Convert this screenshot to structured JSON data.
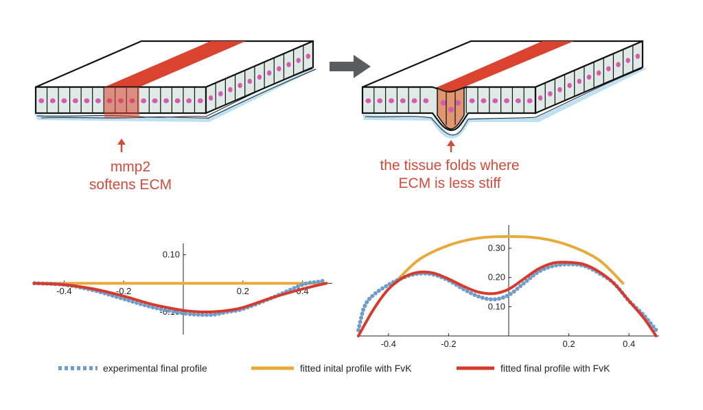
{
  "captions": {
    "left_line1": "mmp2",
    "left_line2": "softens ECM",
    "right_line1": "the tissue folds where",
    "right_line2": "ECM is less stiff"
  },
  "colors": {
    "experimental": "#6f9cc9",
    "initial": "#e8a93b",
    "final": "#d73a2c",
    "caption": "#d24a3a",
    "band": "#d9432f",
    "cell": "#dfe9e6",
    "nucleus": "#d55ab0",
    "ecm": "#bfe0f2",
    "arrow": "#5a5d5f"
  },
  "legend": {
    "experimental": "experimental final profile",
    "initial": "fitted inital profile with FvK",
    "final": "fitted final profile with FvK"
  },
  "chart_data": [
    {
      "type": "line",
      "xlim": [
        -0.5,
        0.5
      ],
      "ylim": [
        -0.18,
        0.14
      ],
      "x_ticks": [
        -0.4,
        -0.2,
        0.2,
        0.4
      ],
      "y_ticks": [
        0.1,
        -0.1
      ],
      "x_tick_labels": [
        "-0.4",
        "-0.2",
        "0.2",
        "0.4"
      ],
      "y_tick_labels": [
        "0.10",
        "-0.10"
      ],
      "series": [
        {
          "name": "fitted inital profile with FvK",
          "style": "solid",
          "x": [
            -0.5,
            0.48
          ],
          "y": [
            0.0,
            0.0
          ]
        },
        {
          "name": "fitted final profile with FvK",
          "style": "solid",
          "x": [
            -0.5,
            -0.4,
            -0.3,
            -0.2,
            -0.1,
            0.0,
            0.05,
            0.1,
            0.15,
            0.2,
            0.3,
            0.4,
            0.48
          ],
          "y": [
            0.0,
            -0.005,
            -0.02,
            -0.045,
            -0.075,
            -0.095,
            -0.1,
            -0.1,
            -0.095,
            -0.085,
            -0.05,
            -0.02,
            0.0
          ]
        },
        {
          "name": "experimental final profile",
          "style": "dotted",
          "x": [
            -0.5,
            -0.4,
            -0.3,
            -0.2,
            -0.1,
            0.0,
            0.05,
            0.1,
            0.15,
            0.2,
            0.3,
            0.4,
            0.45,
            0.48
          ],
          "y": [
            0.0,
            -0.005,
            -0.025,
            -0.055,
            -0.085,
            -0.105,
            -0.11,
            -0.11,
            -0.1,
            -0.09,
            -0.05,
            -0.005,
            0.005,
            0.01
          ]
        }
      ]
    },
    {
      "type": "line",
      "xlim": [
        -0.5,
        0.5
      ],
      "ylim": [
        0.0,
        0.38
      ],
      "x_ticks": [
        -0.4,
        -0.2,
        0.2,
        0.4
      ],
      "y_ticks": [
        0.1,
        0.2,
        0.3
      ],
      "x_tick_labels": [
        "-0.4",
        "-0.2",
        "0.2",
        "0.4"
      ],
      "y_tick_labels": [
        "0.10",
        "0.20",
        "0.30"
      ],
      "series": [
        {
          "name": "fitted inital profile with FvK",
          "style": "solid",
          "x": [
            -0.38,
            -0.3,
            -0.2,
            -0.1,
            0.0,
            0.1,
            0.2,
            0.3,
            0.38
          ],
          "y": [
            0.18,
            0.26,
            0.31,
            0.335,
            0.34,
            0.335,
            0.31,
            0.26,
            0.18
          ]
        },
        {
          "name": "fitted final profile with FvK",
          "style": "solid",
          "x": [
            -0.5,
            -0.45,
            -0.4,
            -0.35,
            -0.3,
            -0.25,
            -0.2,
            -0.15,
            -0.1,
            -0.05,
            0.0,
            0.05,
            0.1,
            0.15,
            0.2,
            0.25,
            0.3,
            0.35,
            0.4,
            0.45,
            0.49
          ],
          "y": [
            0.0,
            0.09,
            0.16,
            0.2,
            0.218,
            0.215,
            0.195,
            0.17,
            0.15,
            0.145,
            0.16,
            0.195,
            0.23,
            0.25,
            0.252,
            0.245,
            0.22,
            0.18,
            0.12,
            0.06,
            0.0
          ]
        },
        {
          "name": "experimental final profile",
          "style": "dotted",
          "x": [
            -0.5,
            -0.48,
            -0.45,
            -0.4,
            -0.35,
            -0.3,
            -0.25,
            -0.2,
            -0.15,
            -0.1,
            -0.05,
            0.0,
            0.05,
            0.1,
            0.15,
            0.2,
            0.25,
            0.3,
            0.35,
            0.4,
            0.45,
            0.49
          ],
          "y": [
            0.02,
            0.1,
            0.14,
            0.175,
            0.2,
            0.213,
            0.21,
            0.19,
            0.16,
            0.135,
            0.125,
            0.14,
            0.18,
            0.22,
            0.24,
            0.245,
            0.24,
            0.215,
            0.18,
            0.12,
            0.07,
            0.02
          ]
        }
      ]
    }
  ]
}
